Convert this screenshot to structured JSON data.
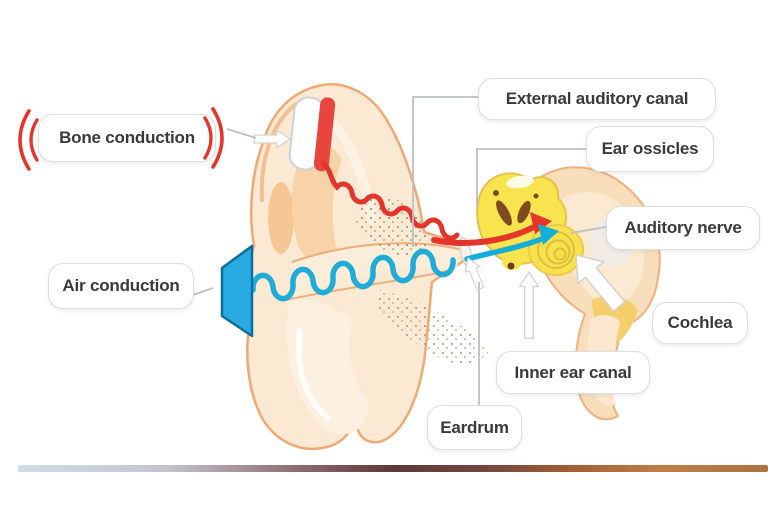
{
  "figure": {
    "type": "ear anatomy hearing pathway diagram",
    "labels": {
      "bone_conduction": "Bone conduction",
      "air_conduction": "Air conduction",
      "external_auditory_canal": "External auditory canal",
      "ear_ossicles": "Ear ossicles",
      "auditory_nerve": "Auditory nerve",
      "cochlea": "Cochlea",
      "inner_ear_canal": "Inner ear canal",
      "eardrum": "Eardrum"
    },
    "colors": {
      "bone_conduction_wave": "#e5342b",
      "air_conduction_wave": "#1fadd8",
      "cyan_arrow": "#14afd8",
      "speaker_fill": "#29abe2",
      "speaker_outline": "#0c6e9e",
      "skin_fill": "#fce9d3",
      "skin_outline": "#f0a975",
      "ossicle_yellow": "#f8e44e",
      "cochlea_yellow": "#f7e24b",
      "label_text": "#3a3a3a",
      "label_border": "#dcdee1",
      "connector_line": "#bcc0c4"
    },
    "icons": {
      "bone_marks": "double-parentheses-icon",
      "sound_source": "speaker-trapezoid-icon",
      "pointers": "white-arrow-icon"
    }
  }
}
